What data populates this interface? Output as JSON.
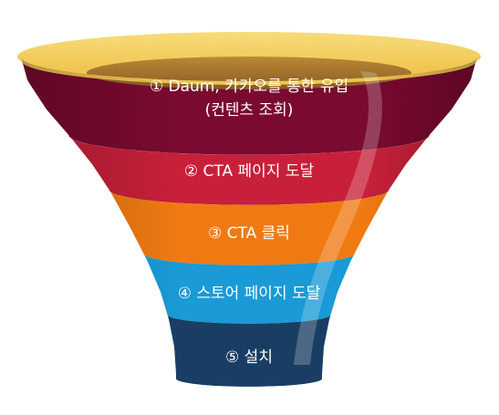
{
  "funnel": {
    "stages": [
      {
        "lines": [
          "① Daum, 카카오를 통한 유입",
          "(컨텐츠 조회)"
        ],
        "color": "#7a0a30"
      },
      {
        "lines": [
          "② CTA 페이지 도달"
        ],
        "color": "#c8203a"
      },
      {
        "lines": [
          "③ CTA 클릭"
        ],
        "color": "#f07a12"
      },
      {
        "lines": [
          "④ 스토어 페이지 도달"
        ],
        "color": "#1a9ad6"
      },
      {
        "lines": [
          "⑤ 설치"
        ],
        "color": "#1a3e63"
      }
    ],
    "rim_color": "#f4cf5e",
    "rim_inner_color": "#c79a3a"
  }
}
